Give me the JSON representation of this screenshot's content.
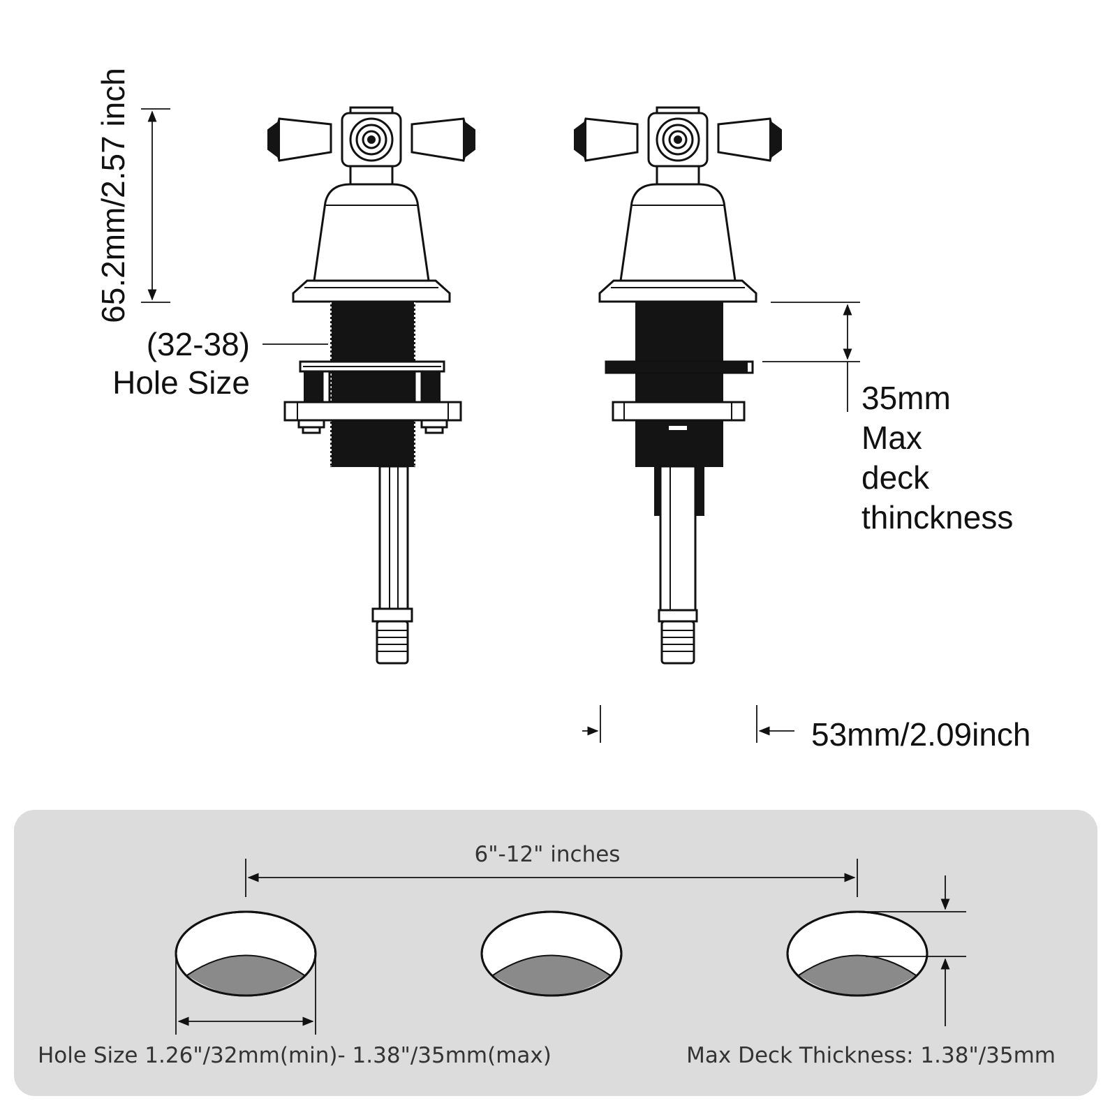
{
  "labels": {
    "height_dim": "65.2mm/2.57 inch",
    "hole_size_range": "(32-38)",
    "hole_size": "Hole Size",
    "deck_35mm": "35mm",
    "deck_max": "Max",
    "deck_deck": "deck",
    "deck_thickness": "thinckness",
    "width_dim": "53mm/2.09inch",
    "spacing": "6\"-12\" inches",
    "hole_size_note": "Hole Size 1.26\"/32mm(min)- 1.38\"/35mm(max)",
    "deck_note": "Max Deck Thickness: 1.38\"/35mm"
  },
  "colors": {
    "panel_bg": "#dcdcdc",
    "hole_shadow": "#8a8a8a",
    "line": "#111111"
  }
}
